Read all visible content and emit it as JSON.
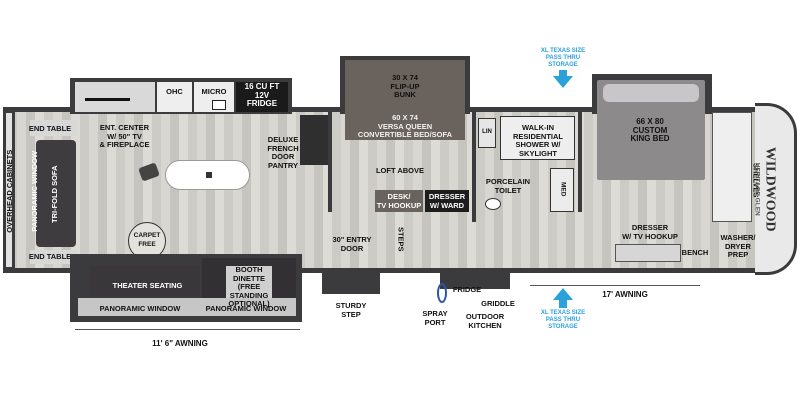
{
  "labels": {
    "ohc": "OHC",
    "micro": "MICRO",
    "fridge_16": "16 CU FT\n12V\nFRIDGE",
    "ent_center": "ENT. CENTER\nW/ 50\" TV\n& FIREPLACE",
    "end_table_top": "END TABLE",
    "end_table_bottom": "END TABLE",
    "overhead_cabinets": "OVERHEAD CABINETS",
    "panoramic_window_left": "PANORAMIC WINDOW",
    "trifold_sofa": "TRI-FOLD SOFA",
    "deluxe_pantry": "DELUXE\nFRENCH\nDOOR\nPANTRY",
    "carpet_free": "CARPET\nFREE",
    "theater_seating": "THEATER SEATING",
    "booth_dinette": "BOOTH\nDINETTE\n(FREE\nSTANDING\nOPTIONAL)",
    "panoramic_window_bottom1": "PANORAMIC WINDOW",
    "panoramic_window_bottom2": "PANORAMIC WINDOW",
    "awning_left": "11' 6\" AWNING",
    "bunk": "30 X 74\nFLIP-UP\nBUNK",
    "versa_queen": "60 X 74\nVERSA QUEEN\nCONVERTIBLE BED/SOFA",
    "loft_above": "LOFT ABOVE",
    "desk": "DESK/\nTV HOOKUP",
    "dresser_ward": "DRESSER\nW/ WARD",
    "steps": "STEPS",
    "entry_door": "30\" ENTRY\nDOOR",
    "sturdy_step": "STURDY\nSTEP",
    "fridge_outdoor": "FRIDGE",
    "griddle": "GRIDDLE",
    "spray_port": "SPRAY\nPORT",
    "outdoor_kitchen": "OUTDOOR\nKITCHEN",
    "walkin_shower": "WALK-IN\nRESIDENTIAL\nSHOWER W/\nSKYLIGHT",
    "porcelain_toilet": "PORCELAIN\nTOILET",
    "med": "MED",
    "lin": "LIN",
    "king_bed": "66 X 80\nCUSTOM\nKING BED",
    "dresser_tv": "DRESSER\nW/ TV HOOKUP",
    "bench": "BENCH",
    "washer_dryer": "WASHER/\nDRYER\nPREP",
    "shelves": "SHELVES",
    "storage_top": "XL TEXAS SIZE\nPASS THRU\nSTORAGE",
    "storage_bottom": "XL TEXAS SIZE\nPASS THRU\nSTORAGE",
    "awning_right": "17' AWNING",
    "brand": "WILDWOOD",
    "brand_sub": "HERITAGE GLEN"
  },
  "colors": {
    "wall": "#3b3b3d",
    "floor": "#d2d0cb",
    "bunk_fill": "#6a625c",
    "accent_blue": "#2aa1d8"
  }
}
